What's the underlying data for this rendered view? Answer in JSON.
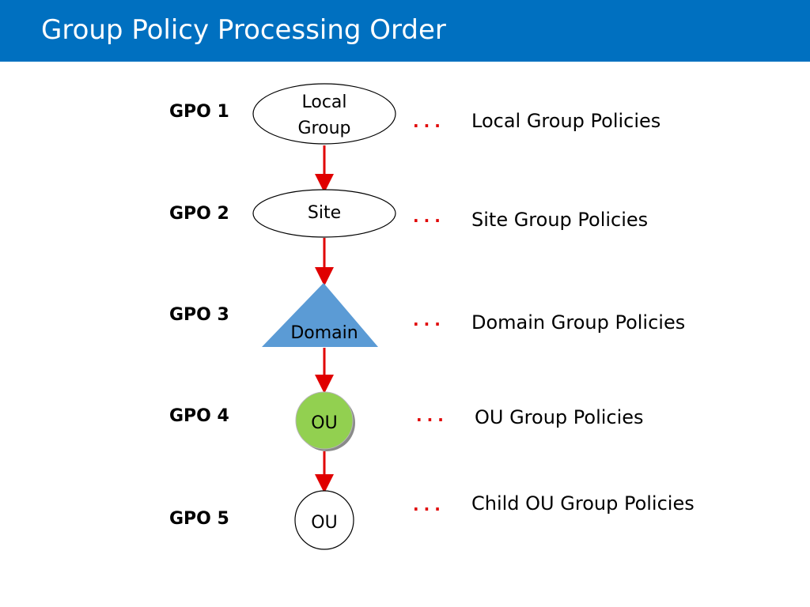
{
  "header": {
    "title": "Group Policy Processing Order"
  },
  "levels": [
    {
      "gpo": "GPO 1",
      "node_label": [
        "Local",
        "Group"
      ],
      "description": "Local Group Policies"
    },
    {
      "gpo": "GPO 2",
      "node_label": [
        "Site"
      ],
      "description": "Site Group Policies"
    },
    {
      "gpo": "GPO 3",
      "node_label": [
        "Domain"
      ],
      "description": "Domain Group Policies"
    },
    {
      "gpo": "GPO 4",
      "node_label": [
        "OU"
      ],
      "description": "OU Group Policies"
    },
    {
      "gpo": "GPO 5",
      "node_label": [
        "OU"
      ],
      "description": "Child OU Group Policies"
    }
  ],
  "leader": "...",
  "colors": {
    "header_bg": "#0070c0",
    "arrow": "#e00000",
    "domain_fill": "#5b9bd5",
    "ou_fill": "#92d050"
  }
}
